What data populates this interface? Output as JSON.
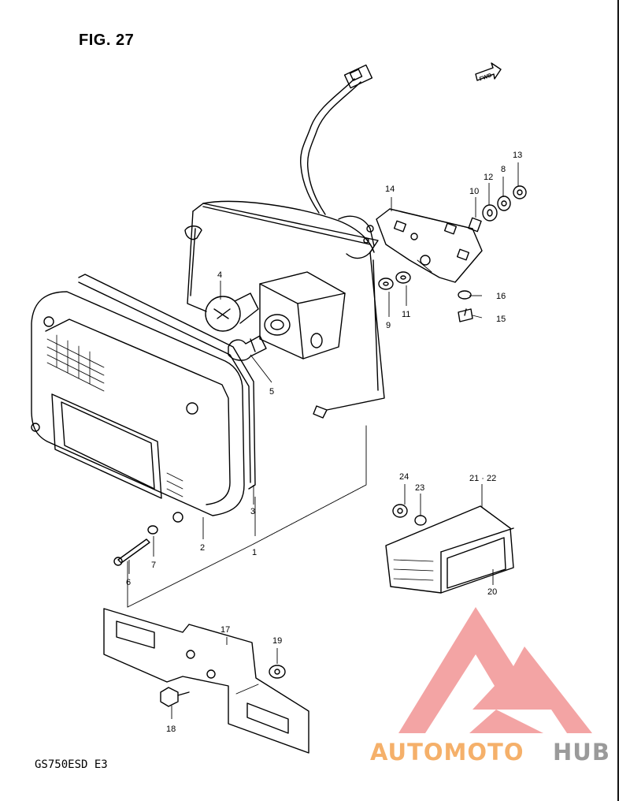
{
  "figure": {
    "title": "FIG. 27",
    "model_code": "GS750ESD  E3",
    "direction_marker": "FWD"
  },
  "callouts": [
    "1",
    "2",
    "3",
    "4",
    "5",
    "6",
    "7",
    "8",
    "9",
    "10",
    "11",
    "12",
    "13",
    "14",
    "15",
    "16",
    "17",
    "18",
    "19",
    "20",
    "21 · 22",
    "23",
    "24"
  ],
  "watermark": {
    "text_a": "AUTOMOTO",
    "text_b": "HUB",
    "color_a": "#f5b06a",
    "color_b": "#9a9a9a",
    "logo_color": "#ef6b6b"
  }
}
